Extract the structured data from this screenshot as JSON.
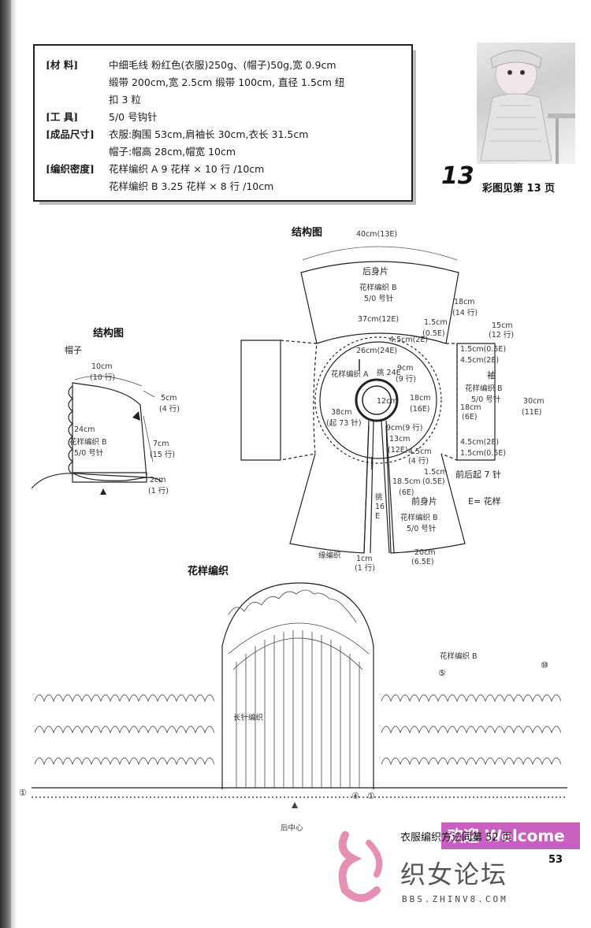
{
  "info": {
    "materials_label": "[材    料]",
    "materials_line1": "中细毛线 粉红色(衣服)250g、(帽子)50g,宽 0.9cm",
    "materials_line2": "缎带 200cm,宽 2.5cm 缎带 100cm, 直径 1.5cm 纽",
    "materials_line3": "扣 3 粒",
    "tools_label": "[工    具]",
    "tools_value": "5/0 号钩针",
    "size_label": "[成品尺寸]",
    "size_line1": "衣服:胸围 53cm,肩袖长 30cm,衣长 31.5cm",
    "size_line2": "帽子:帽高 28cm,帽宽 10cm",
    "gauge_label": "[编织密度]",
    "gauge_line1": "花样编织 A  9 花样 × 10 行 /10cm",
    "gauge_line2": "花样编织 B  3.25 花样 × 8 行 /10cm"
  },
  "badge": {
    "number": "13",
    "text": "彩图见第 13 页"
  },
  "hat": {
    "title": "结构图",
    "name": "帽子",
    "w_top": "10cm",
    "w_top_rows": "(10 行)",
    "side1": "5cm",
    "side1_rows": "(4 行)",
    "height": "24cm",
    "pattern": "花样编织 B",
    "hook": "5/0 号针",
    "side2": "7cm",
    "side2_rows": "(15 行)",
    "edge": "2cm",
    "edge_rows": "(1 行)"
  },
  "body": {
    "title": "结构图",
    "top_width": "40cm(13E)",
    "back_label": "后身片",
    "back_pattern": "花样编织 B",
    "back_hook": "5/0 号针",
    "side_len": "18cm",
    "side_len_e": "(14 行)",
    "w37": "37cm(12E)",
    "w15a": "1.5cm",
    "w15a_e": "(0.5E)",
    "diag45": "4.5cm(2E)",
    "w26": "26cm(24E)",
    "yoke_label": "花样编织 A",
    "tiao24": "挑 24E",
    "c12": "12cm",
    "w9a": "9cm",
    "w9a_e": "(9 行)",
    "h18": "18cm",
    "h18_e": "(16E)",
    "c38": "38cm",
    "c38_e": "(起 73 针)",
    "w9b": "9cm(9 行)",
    "w13": "13cm",
    "w13_e": "(12E)",
    "diag45b": "4.5cm",
    "diag45b_e": "(4 行)",
    "front_label": "前身片",
    "front_pattern": "花样编织 B",
    "front_hook": "5/0 号针",
    "w185": "18.5cm",
    "w185_e": "(6E)",
    "w15b": "1.5cm",
    "w15b_e": "(0.5E)",
    "tiao16": "挑\n16\nE",
    "edge_label": "缘编织",
    "edge_w": "1cm",
    "edge_rows": "(1 行)",
    "w20": "20cm",
    "w20_e": "(6.5E)",
    "e_def": "E= 花样",
    "sleeve_w": "15cm",
    "sleeve_w_e": "(12 行)",
    "s_top1": "1.5cm(0.5E)",
    "s_top2": "4.5cm(2E)",
    "sleeve_label": "袖",
    "sleeve_pattern": "花样编织 B",
    "sleeve_hook": "5/0 号针",
    "s18": "18cm",
    "s18_e": "(6E)",
    "s30": "30cm",
    "s30_e": "(11E)",
    "s_bot1": "4.5cm(2E)",
    "s_bot2": "1.5cm(0.5E)",
    "s_note": "前后起 7 针"
  },
  "stitch": {
    "title": "花样编织",
    "pattern_b": "花样编织 B",
    "long_stitch": "长针编织",
    "row5": "⑤",
    "row10": "⑩",
    "row1": "①",
    "row4": "④",
    "row4b": "①",
    "back_center": "后中心"
  },
  "footer": {
    "ref_note": "衣服编织方法同第 52 页",
    "welcome": "欢迎 Welcome",
    "page": "53",
    "site_name": "织女论坛",
    "site_url": "BBS.ZHINV8.COM"
  }
}
